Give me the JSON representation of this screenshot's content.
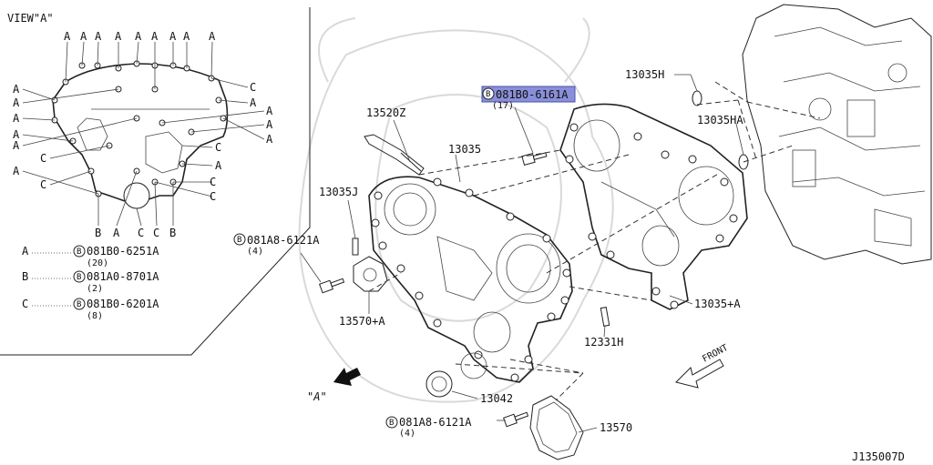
{
  "view": {
    "title": "VIEW\"A\"",
    "top_letters": [
      "A",
      "A",
      "A",
      "A",
      "A",
      "A",
      "A",
      "A",
      "A"
    ],
    "left_letters": [
      "A",
      "A",
      "A",
      "A",
      "A",
      "C",
      "C",
      "A"
    ],
    "right_letters": [
      "C",
      "A",
      "A",
      "A",
      "A",
      "C",
      "A",
      "C",
      "C"
    ],
    "bottom_letters": [
      "B",
      "A",
      "C",
      "C",
      "B"
    ],
    "legend": [
      {
        "key": "A",
        "part": "081B0-6251A",
        "qty": "(20)"
      },
      {
        "key": "B",
        "part": "081A0-8701A",
        "qty": "(2)"
      },
      {
        "key": "C",
        "part": "081B0-6201A",
        "qty": "(8)"
      }
    ]
  },
  "callouts": {
    "bolt_top": {
      "part": "081B0-6161A",
      "qty": "(17)"
    },
    "bolt_left": {
      "part": "081A8-6121A",
      "qty": "(4)"
    },
    "bolt_bottom": {
      "part": "081A8-6121A",
      "qty": "(4)"
    },
    "p13035H": "13035H",
    "p13035HA": "13035HA",
    "p13520Z": "13520Z",
    "p13035": "13035",
    "p13035J": "13035J",
    "p13570A": "13570+A",
    "p13035A": "13035+A",
    "p12331H": "12331H",
    "p13042": "13042",
    "p13570": "13570",
    "front": "FRONT",
    "view_a": "\"A\"",
    "diagram_code": "J135007D"
  },
  "highlight_color": "#8a8fd9"
}
